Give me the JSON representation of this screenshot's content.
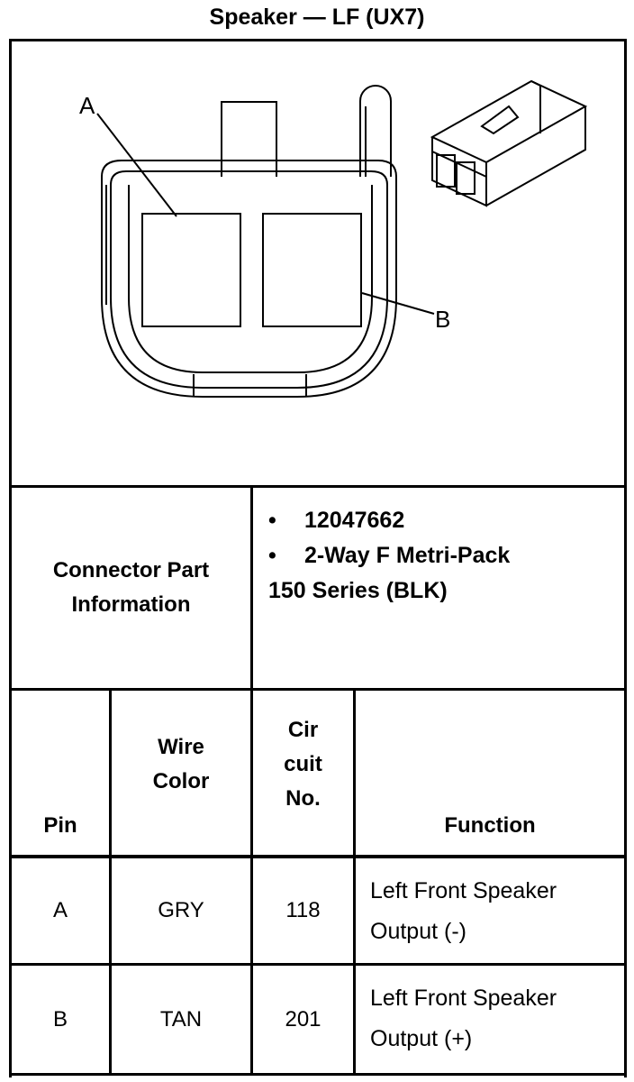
{
  "title": "Speaker — LF (UX7)",
  "diagram": {
    "label_a": "A",
    "label_b": "B"
  },
  "part_info": {
    "label_line1": "Connector Part",
    "label_line2": "Information",
    "items": [
      "12047662",
      "2-Way F Metri-Pack"
    ],
    "continuation": "150 Series (BLK)"
  },
  "table": {
    "headers": {
      "pin": "Pin",
      "wire_line1": "Wire",
      "wire_line2": "Color",
      "circuit_line1": "Cir",
      "circuit_line2": "cuit",
      "circuit_line3": "No.",
      "function": "Function"
    },
    "rows": [
      {
        "pin": "A",
        "color": "GRY",
        "circuit": "118",
        "function_line1": "Left Front Speaker",
        "function_line2": "Output (-)"
      },
      {
        "pin": "B",
        "color": "TAN",
        "circuit": "201",
        "function_line1": "Left Front Speaker",
        "function_line2": "Output (+)"
      }
    ]
  }
}
